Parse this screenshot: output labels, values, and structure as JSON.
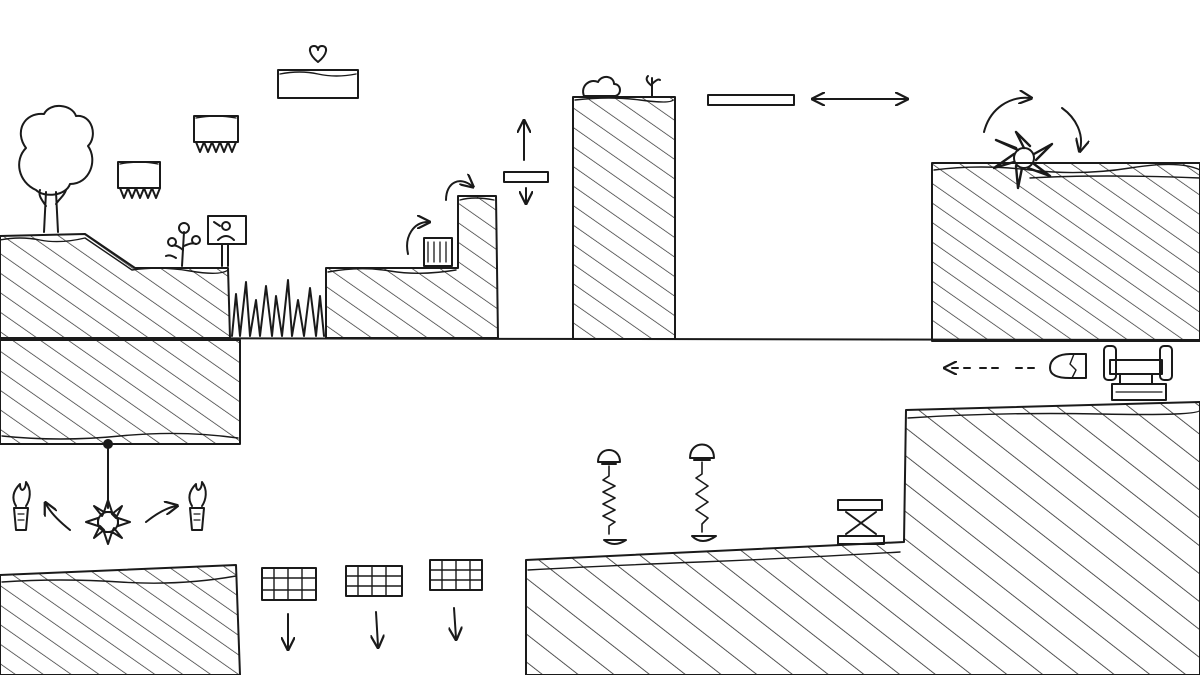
{
  "scene": {
    "style": "hand-drawn pencil sketch",
    "ink_color": "#1a1a1a",
    "background_color": "#ffffff",
    "hatch_color": "#2a2a2a"
  },
  "elements": {
    "upper_level": [
      {
        "id": "tree",
        "icon": "tree-icon",
        "interactable": false
      },
      {
        "id": "flower",
        "icon": "flower-icon",
        "interactable": false
      },
      {
        "id": "signpost",
        "icon": "signpost-icon",
        "interactable": true
      },
      {
        "id": "spike-block-1",
        "icon": "spiked-block-icon",
        "interactable": false
      },
      {
        "id": "spike-block-2",
        "icon": "spiked-block-icon",
        "interactable": false
      },
      {
        "id": "floating-platform",
        "icon": "platform-icon",
        "interactable": true
      },
      {
        "id": "heart",
        "icon": "heart-icon",
        "interactable": true
      },
      {
        "id": "spike-pit",
        "icon": "spikes-icon",
        "interactable": false
      },
      {
        "id": "crate",
        "icon": "crate-icon",
        "interactable": true
      },
      {
        "id": "vertical-moving-platform",
        "icon": "platform-icon",
        "interactable": true
      },
      {
        "id": "bush",
        "icon": "bush-icon",
        "interactable": false
      },
      {
        "id": "sprout",
        "icon": "sprout-icon",
        "interactable": false
      },
      {
        "id": "horizontal-moving-platform",
        "icon": "platform-icon",
        "interactable": true
      },
      {
        "id": "spinning-saw",
        "icon": "saw-blade-icon",
        "interactable": false
      }
    ],
    "lower_level": [
      {
        "id": "cannon",
        "icon": "cannon-icon",
        "interactable": false
      },
      {
        "id": "bullet",
        "icon": "bullet-icon",
        "interactable": false
      },
      {
        "id": "swinging-spike-ball",
        "icon": "spike-ball-icon",
        "interactable": false
      },
      {
        "id": "torch-left",
        "icon": "torch-icon",
        "interactable": false
      },
      {
        "id": "torch-right",
        "icon": "torch-icon",
        "interactable": false
      },
      {
        "id": "falling-grate-1",
        "icon": "grate-icon",
        "interactable": true
      },
      {
        "id": "falling-grate-2",
        "icon": "grate-icon",
        "interactable": true
      },
      {
        "id": "falling-grate-3",
        "icon": "grate-icon",
        "interactable": true
      },
      {
        "id": "spring-1",
        "icon": "spring-icon",
        "interactable": true
      },
      {
        "id": "spring-2",
        "icon": "spring-icon",
        "interactable": true
      },
      {
        "id": "jump-pad",
        "icon": "scissor-lift-icon",
        "interactable": true
      }
    ]
  }
}
